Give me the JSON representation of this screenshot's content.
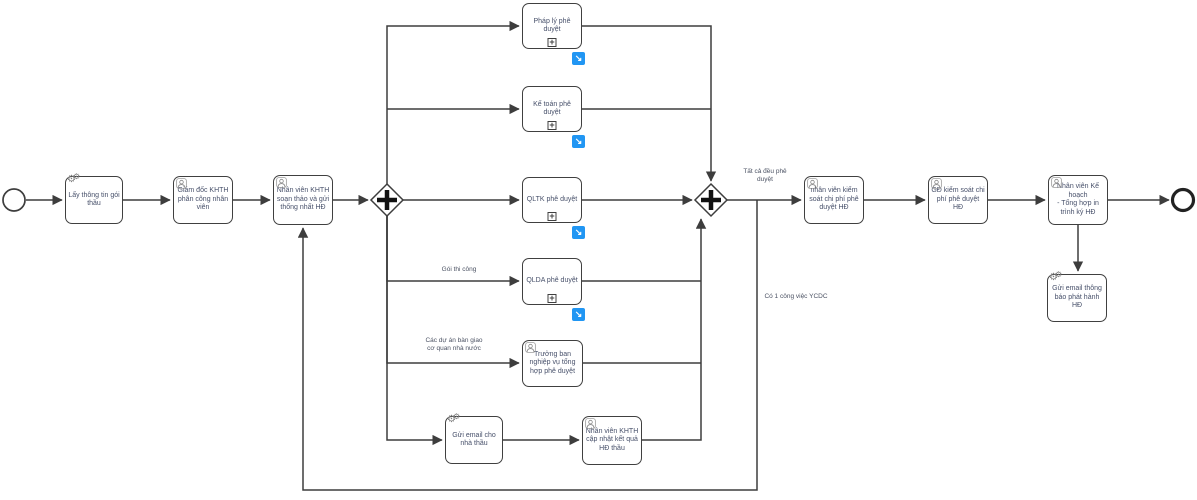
{
  "diagram": {
    "kind": "BPMN process flow diagram",
    "colors": {
      "stroke": "#3d3d3d",
      "task_fill": "#ffffff",
      "task_text": "#47506a",
      "link_overlay_blue": "#2196f3",
      "icon_gray": "#7d7d7d"
    }
  },
  "icons": {
    "gear": "⚙",
    "subprocess_plus": "+",
    "link_arrow": "↘"
  },
  "nodes": {
    "lay_thong_tin": {
      "label": "Lấy thông tin gói thầu",
      "type": "service-task"
    },
    "giam_doc": {
      "label": "Giám đốc KHTH phân công nhân viên",
      "type": "user-task"
    },
    "soan_thao": {
      "label": "Nhân viên KHTH soạn thảo và gửi thống nhất HĐ",
      "type": "user-task"
    },
    "phap_ly": {
      "label": "Pháp lý phê duyệt",
      "type": "subprocess"
    },
    "ke_toan": {
      "label": "Kế toán phê duyệt",
      "type": "subprocess"
    },
    "qltk": {
      "label": "QLTK phê duyệt",
      "type": "subprocess"
    },
    "qlda": {
      "label": "QLDA phê duyệt",
      "type": "subprocess"
    },
    "truong_ban": {
      "label": "Trưởng ban nghiệp vụ tổng hợp phê duyệt",
      "type": "user-task"
    },
    "gui_email_nha_thau": {
      "label": "Gửi email cho nhà thầu",
      "type": "service-task"
    },
    "cap_nhat_ket_qua": {
      "label": "Nhân viên KHTH cập nhật kết quả HĐ thầu",
      "type": "user-task"
    },
    "kiem_soat_chi_phi": {
      "label": "nhân viên kiểm soát chi phí phê duyệt HĐ",
      "type": "user-task"
    },
    "gd_kiem_soat": {
      "label": "GĐ kiểm soát chi phí phê duyệt HĐ",
      "type": "user-task"
    },
    "ke_hoach": {
      "label": "Nhân viên Kế hoạch\n- Tổng hợp in trình ký HĐ",
      "type": "user-task"
    },
    "gui_email_phat_hanh": {
      "label": "Gửi email thông báo phát hành HĐ",
      "type": "service-task"
    }
  },
  "edge_labels": {
    "goi_thi_cong": "Gói thi công",
    "cac_du_an": "Các dự án bàn giao cơ quan nhà nước",
    "tat_ca_deu": "Tất cả đều phê duyệt",
    "co_1_cong_viec": "Có 1 công việc YCDC"
  }
}
